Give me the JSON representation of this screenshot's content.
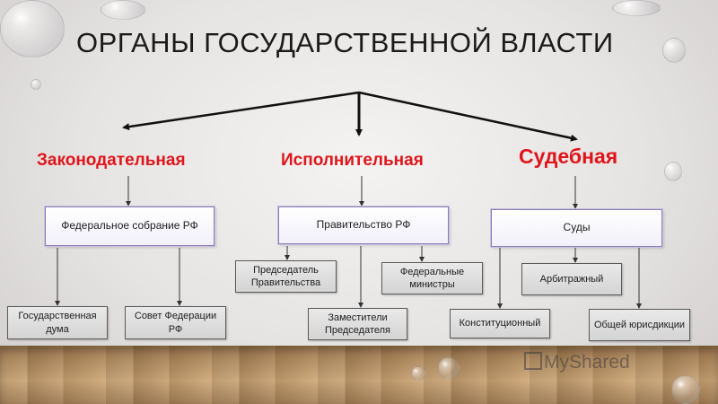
{
  "title": "ОРГАНЫ ГОСУДАРСТВЕННОЙ ВЛАСТИ",
  "colors": {
    "branch_text": "#e0151b",
    "main_box_border": "#8c7fb4",
    "sub_box_border": "#5a5a5a",
    "arrows": "#111111"
  },
  "branches": {
    "legislative": {
      "label": "Законодательная",
      "main": "Федеральное собрание РФ",
      "subs": [
        "Государственная дума",
        "Совет Федерации РФ"
      ]
    },
    "executive": {
      "label": "Исполнительная",
      "main": "Правительство РФ",
      "subs": [
        "Председатель Правительства",
        "Федеральные министры",
        "Заместители Председателя"
      ]
    },
    "judicial": {
      "label": "Судебная",
      "main": "Суды",
      "subs": [
        "Арбитражный",
        "Конституционный",
        "Общей юрисдикции"
      ]
    }
  },
  "watermark": "MyShared",
  "watermark_icon": "myshared-logo-icon"
}
